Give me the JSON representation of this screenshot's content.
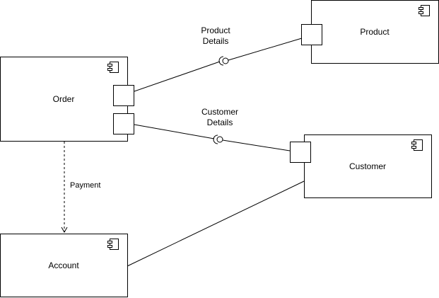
{
  "components": {
    "product": {
      "label": "Product"
    },
    "order": {
      "label": "Order"
    },
    "customer": {
      "label": "Customer"
    },
    "account": {
      "label": "Account"
    }
  },
  "connectors": {
    "product_details": {
      "line1": "Product",
      "line2": "Details"
    },
    "customer_details": {
      "line1": "Customer",
      "line2": "Details"
    },
    "payment": {
      "label": "Payment"
    }
  },
  "icons": {
    "component": "component-icon"
  }
}
